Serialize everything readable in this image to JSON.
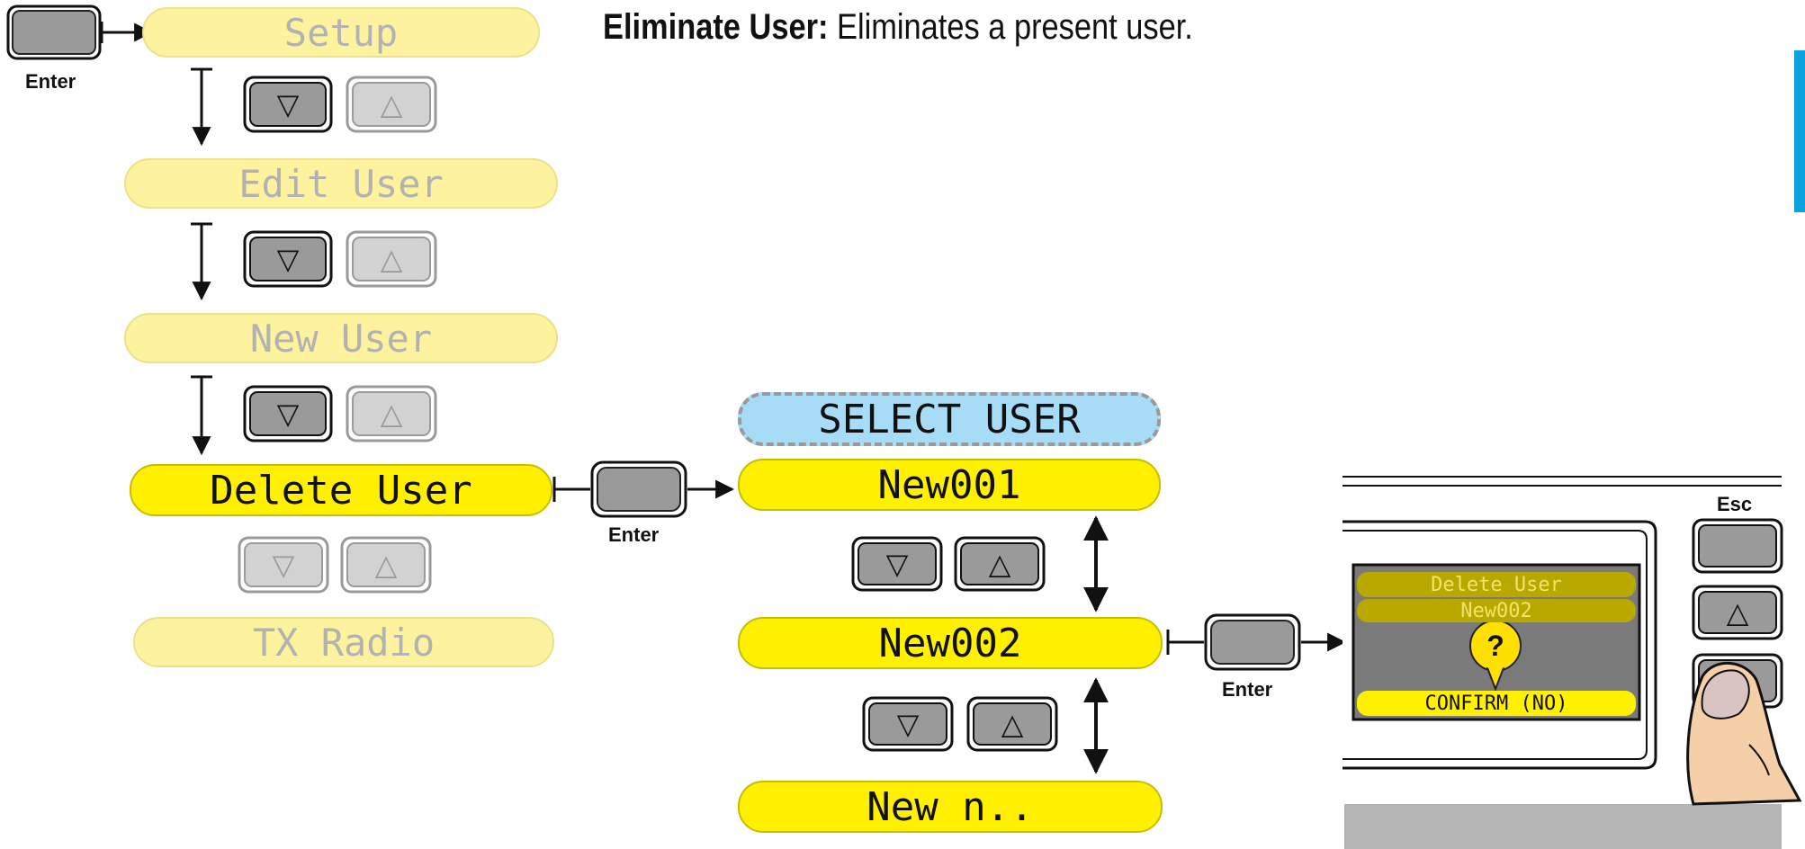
{
  "heading": {
    "term": "Eliminate User:",
    "description": "Eliminates a present user."
  },
  "menu": {
    "items": [
      {
        "label": "Setup",
        "state": "faded"
      },
      {
        "label": "Edit User",
        "state": "faded"
      },
      {
        "label": "New User",
        "state": "faded"
      },
      {
        "label": "Delete User",
        "state": "active"
      },
      {
        "label": "TX Radio",
        "state": "faded"
      }
    ]
  },
  "user_list": {
    "header": "SELECT USER",
    "items": [
      "New001",
      "New002",
      "New n.."
    ]
  },
  "keys": {
    "enter_label": "Enter",
    "esc_label": "Esc",
    "down_glyph": "▽",
    "up_glyph": "△"
  },
  "device_screen": {
    "row_title": "Delete User",
    "row_user": "New002",
    "question_mark": "?",
    "confirm": "CONFIRM (NO)"
  },
  "colors": {
    "active_yellow": "#fff000",
    "faded_yellow": "#fdf39e",
    "header_blue": "#a6dcf6",
    "accent_blue": "#0aa3e0"
  }
}
